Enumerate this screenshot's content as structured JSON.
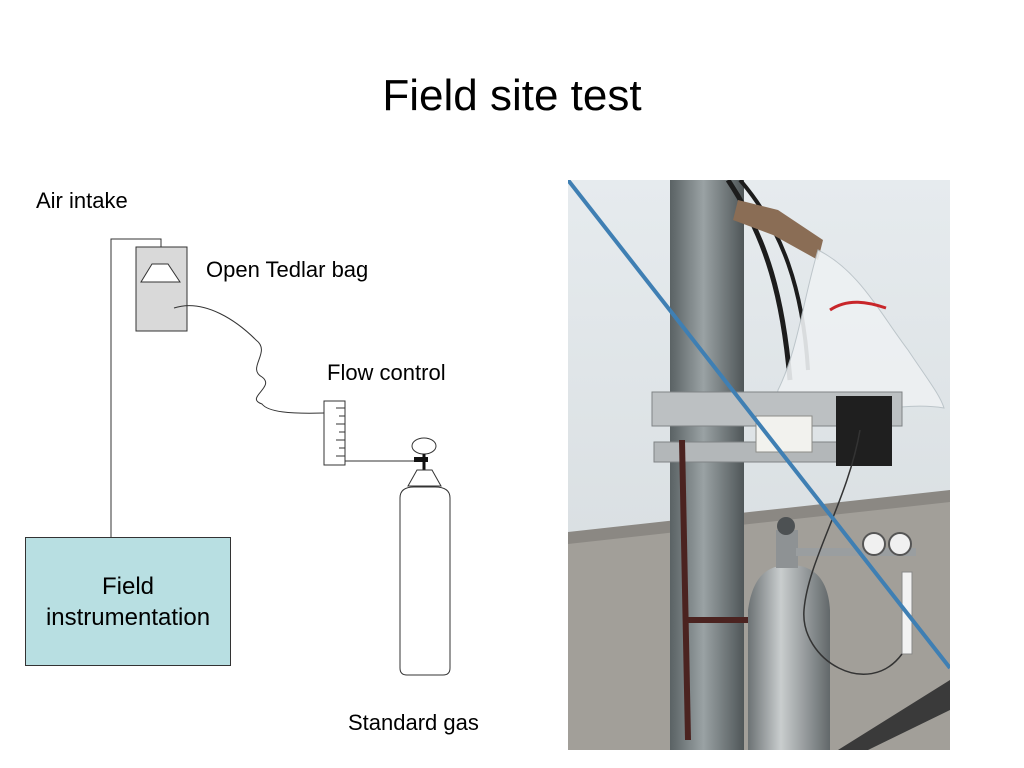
{
  "slide": {
    "title": "Field site test"
  },
  "diagram": {
    "air_intake_label": "Air intake",
    "bag_label": "Open Tedlar bag",
    "flow_control_label": "Flow control",
    "instrumentation_label": "Field instrumentation",
    "standard_gas_label": "Standard gas"
  },
  "photo": {
    "content": "field-site-photo"
  },
  "colors": {
    "instrumentation_fill": "#b8dfe2",
    "bag_fill": "#d9d9d9",
    "line": "#333333"
  }
}
